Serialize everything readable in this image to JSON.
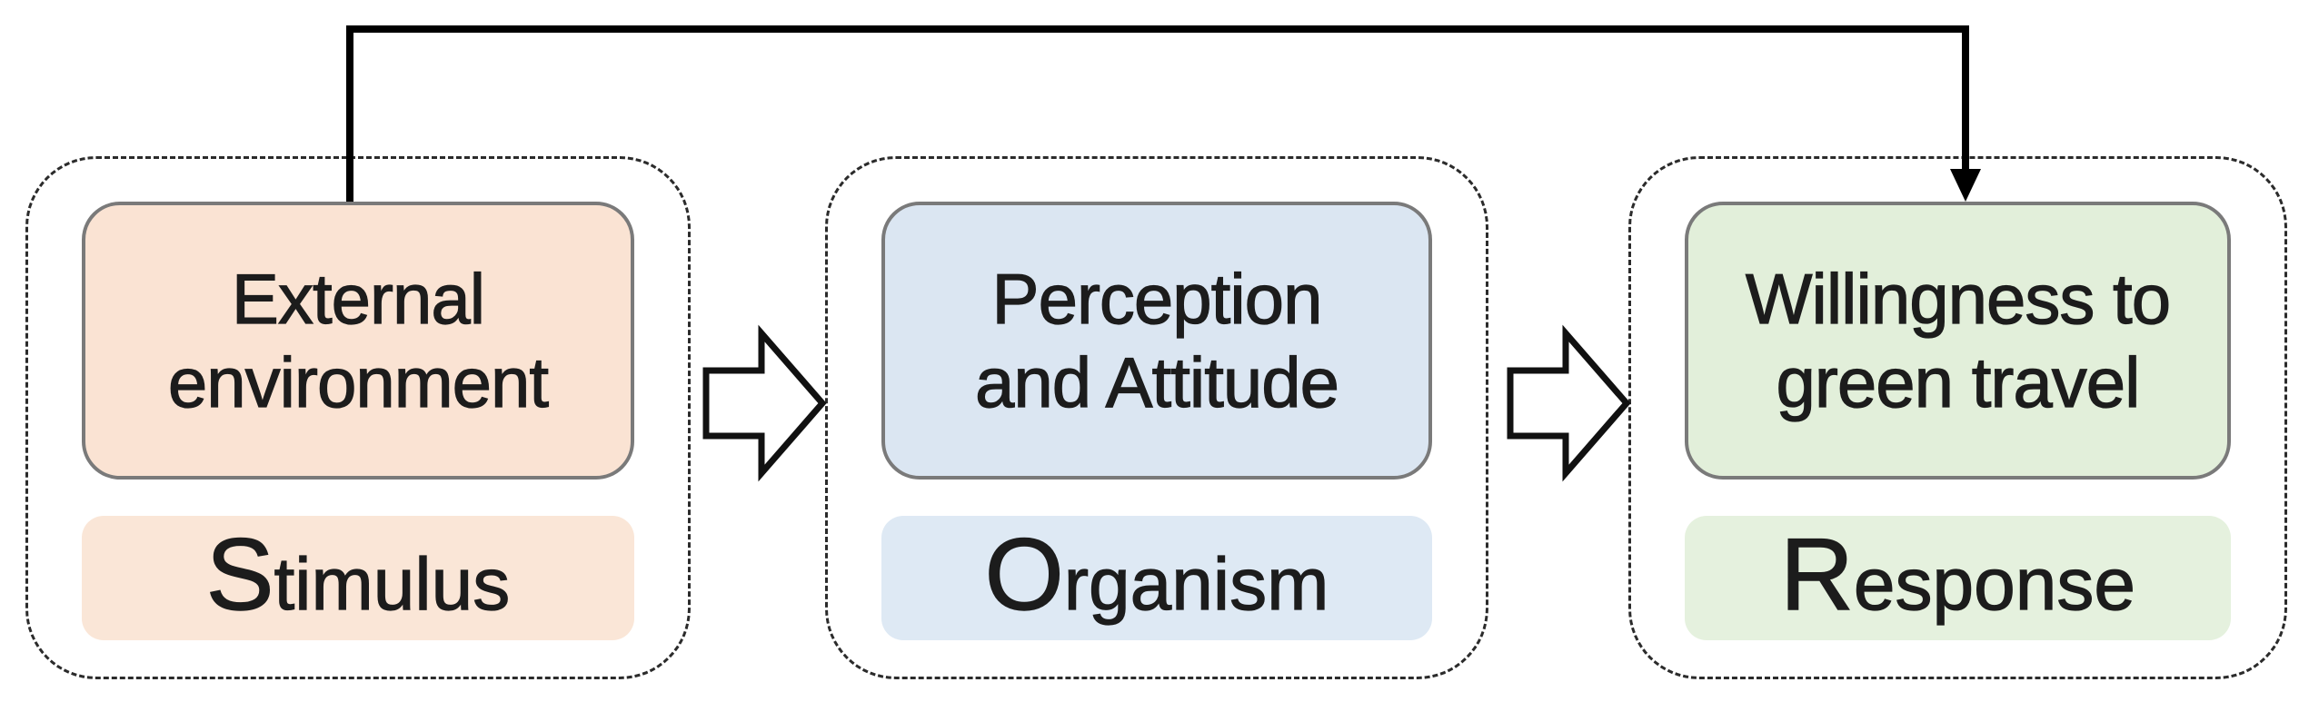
{
  "diagram_type": "stimulus-organism-response-flow",
  "groups": [
    {
      "id": "stimulus",
      "box": {
        "line1": "External",
        "line2": "environment"
      },
      "label": {
        "initial": "S",
        "rest": "timulus"
      },
      "fill": "#fae3d3",
      "label_fill": "#fae6d7"
    },
    {
      "id": "organism",
      "box": {
        "line1": "Perception",
        "line2": "and Attitude"
      },
      "label": {
        "initial": "O",
        "rest": "rganism"
      },
      "fill": "#dbe6f2",
      "label_fill": "#dee9f4"
    },
    {
      "id": "response",
      "box": {
        "line1": "Willingness to",
        "line2": "green travel"
      },
      "label": {
        "initial": "R",
        "rest": "esponse"
      },
      "fill": "#e2efda",
      "label_fill": "#e5f1de"
    }
  ],
  "connectors": {
    "feedback_arrow": {
      "from": "stimulus",
      "to": "response",
      "style": "right-angle-top"
    },
    "flow_arrows": [
      {
        "from": "stimulus",
        "to": "organism"
      },
      {
        "from": "organism",
        "to": "response"
      }
    ]
  },
  "colors": {
    "box_border_gray": "#7a7a7a",
    "dashed_border": "#2b2b2b",
    "connector_black": "#000000",
    "arrow_outline": "#111111",
    "arrow_fill": "#ffffff",
    "text": "#1c1c1c"
  }
}
